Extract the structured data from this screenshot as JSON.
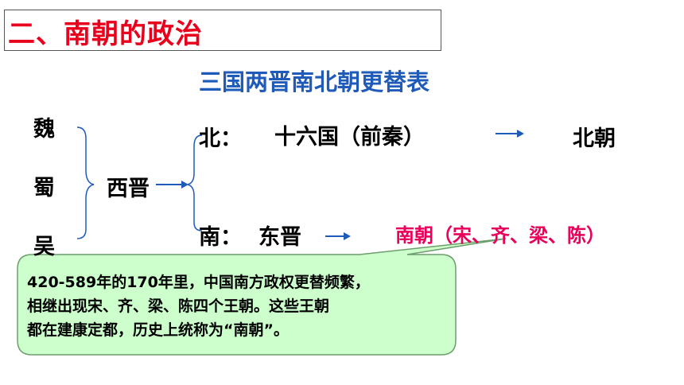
{
  "header": {
    "title": "二、南朝的政治"
  },
  "diagram": {
    "subtitle": "三国两晋南北朝更替表",
    "three_kingdoms": [
      "魏",
      "蜀",
      "吴"
    ],
    "western_jin": "西晋",
    "north": {
      "label": "北：",
      "period": "十六国（前秦）",
      "result": "北朝"
    },
    "south": {
      "label": "南：",
      "period": "东晋",
      "result": "南朝（宋、齐、梁、陈）"
    },
    "colors": {
      "title": "#e8001c",
      "subtitle": "#1f5bb8",
      "southern": "#e8005a",
      "arrow": "#1f5bb8",
      "callout_fill": "#ccffcc"
    }
  },
  "callout": {
    "lines": [
      "420-589年的170年里，中国南方政权更替频繁，",
      "相继出现宋、齐、梁、陈四个王朝。这些王朝",
      "都在建康定都，历史上统称为“南朝”。"
    ]
  }
}
